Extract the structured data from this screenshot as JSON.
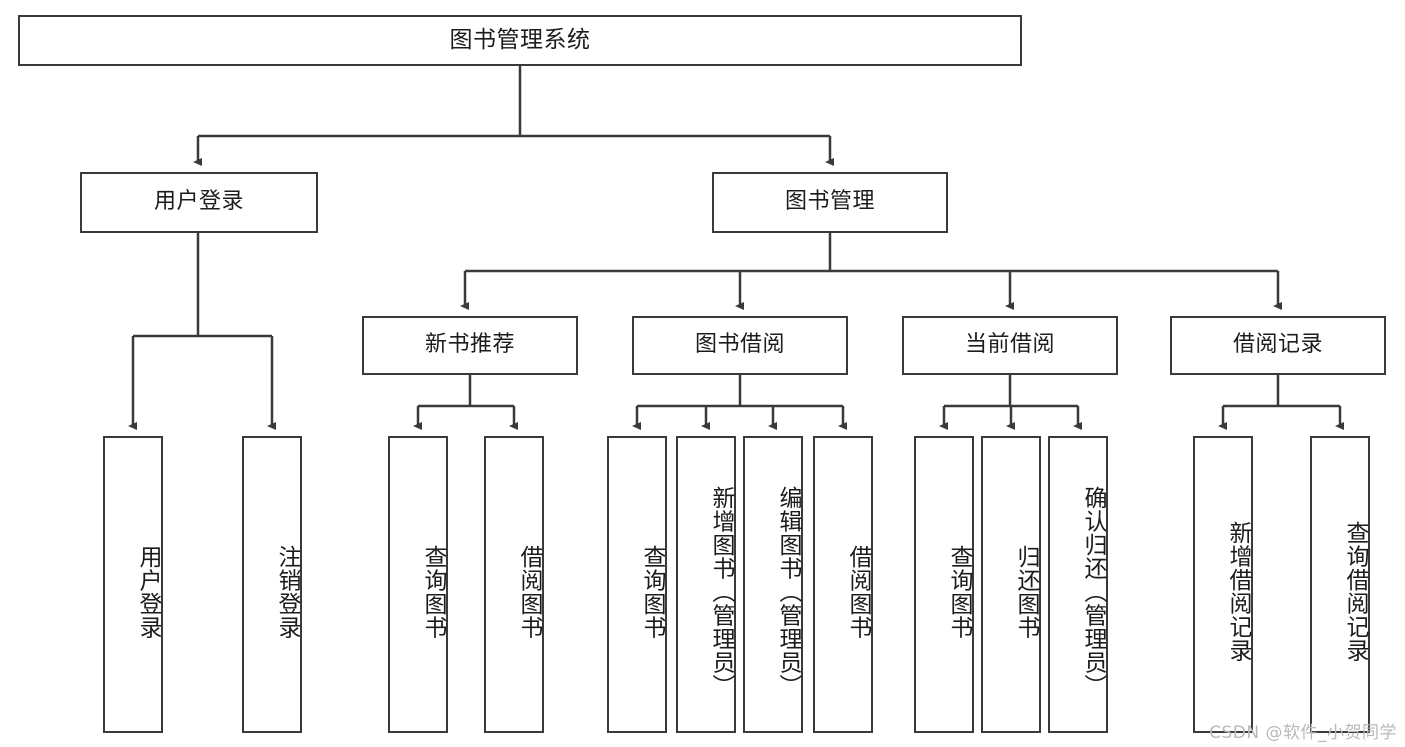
{
  "diagram": {
    "title": "图书管理系统",
    "type": "tree-hierarchy",
    "line_color": "#3a3a3a",
    "box_fill": "#ffffff",
    "text_color": "#1c1c1c",
    "watermark": "CSDN @软件_小贺同学"
  },
  "root": {
    "label": "图书管理系统"
  },
  "level2": [
    {
      "label": "用户登录"
    },
    {
      "label": "图书管理"
    }
  ],
  "level3": [
    {
      "label": "新书推荐"
    },
    {
      "label": "图书借阅"
    },
    {
      "label": "当前借阅"
    },
    {
      "label": "借阅记录"
    }
  ],
  "leaves": {
    "user_login": [
      {
        "label": "用户登录"
      },
      {
        "label": "注销登录"
      }
    ],
    "new_book": [
      {
        "label": "查询图书"
      },
      {
        "label": "借阅图书"
      }
    ],
    "borrow_book": [
      {
        "label": "查询图书"
      },
      {
        "label": "新增图书（管理员）"
      },
      {
        "label": "编辑图书（管理员）"
      },
      {
        "label": "借阅图书"
      }
    ],
    "current_borrow": [
      {
        "label": "查询图书"
      },
      {
        "label": "归还图书"
      },
      {
        "label": "确认归还（管理员）"
      }
    ],
    "borrow_record": [
      {
        "label": "新增借阅记录"
      },
      {
        "label": "查询借阅记录"
      }
    ]
  }
}
